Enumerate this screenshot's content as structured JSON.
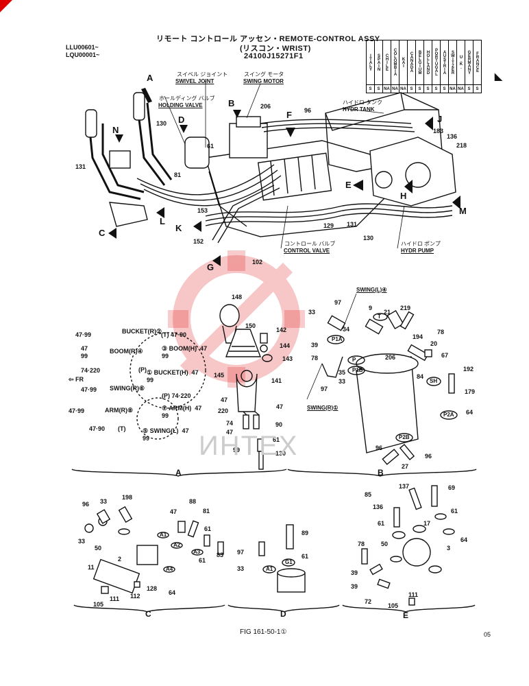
{
  "header": {
    "title_line1": "リモート コントロール アッセン・REMOTE-CONTROL ASSY",
    "title_line2": "(リスコン・WRIST)",
    "part_number": "24100J15271F1",
    "serial1": "LLU00601~",
    "serial2": "LQU00001~"
  },
  "countries": {
    "names": [
      "ITALY",
      "SPAIN",
      "CHILE",
      "COLOMBIA",
      "KAI",
      "CANADA",
      "BELGIUM",
      "HOLLAND",
      "PORTUGAL",
      "AUSTRIA",
      "SWITZER",
      "U.K.",
      "GERMANY",
      "FRANCE"
    ],
    "values": [
      "S",
      "S",
      "NA",
      "NA",
      "NA",
      "S",
      "S",
      "S",
      "S",
      "S",
      "NA",
      "NA",
      "S",
      "S"
    ]
  },
  "labels_jp": {
    "swivel": "スイベル ジョイント",
    "swing_motor": "スイング モータ",
    "holding": "ホールディング バルブ",
    "hydr_tank": "ハイドロ タンク",
    "control_valve": "コントロール バルブ",
    "hydr_pump": "ハイドロ ポンプ"
  },
  "labels": {
    "swivel": "SWIVEL JOINT",
    "swing_motor": "SWING MOTOR",
    "holding": "HOLDING VALVE",
    "hydr_tank": "HYDR TANK",
    "control_valve": "CONTROL VALVE",
    "hydr_pump": "HYDR PUMP"
  },
  "arrows": [
    "A",
    "B",
    "C",
    "D",
    "E",
    "F",
    "G",
    "H",
    "J",
    "K",
    "L",
    "M",
    "N"
  ],
  "upper_parts": [
    "130",
    "131",
    "61",
    "81",
    "153",
    "152",
    "206",
    "96",
    "183",
    "136",
    "218",
    "129",
    "131",
    "130",
    "102"
  ],
  "section_a": {
    "callouts": [
      {
        "l": "47·99",
        "t": "BUCKET(R)②",
        "r": "(T)  47·90"
      },
      {
        "l": "47\n99",
        "t": "BOOM(R)④",
        "r": "③ BOOM(H)  47\n99"
      },
      {
        "l": "74·220",
        "t": "(P)",
        "r": "① BUCKET(H)  47\n99"
      },
      {
        "l": "47·99",
        "t": "SWING(R)⑥",
        "r": "(P)  74·220"
      },
      {
        "l": "47·99",
        "t": "ARM(R)⑧",
        "r": "⑦ ARM(H)  47\n99"
      },
      {
        "l": "47·90",
        "t": "(T)",
        "r": "⑤ SWING(L)  47\n99"
      }
    ],
    "fr": "FR",
    "parts": [
      "148",
      "150",
      "142",
      "144",
      "143",
      "145",
      "141",
      "47",
      "220",
      "74",
      "47",
      "99",
      "61",
      "90",
      "130",
      "47"
    ],
    "label": "A"
  },
  "section_b": {
    "swing_l": "SWING(L)④",
    "swing_r": "SWING(R)①",
    "parts": [
      "97",
      "33",
      "34",
      "9",
      "21",
      "219",
      "39",
      "78",
      "35",
      "33",
      "97",
      "194",
      "78",
      "20",
      "67",
      "206",
      "84",
      "192",
      "179",
      "64",
      "96",
      "27",
      "96"
    ],
    "ports": [
      "P1A",
      "P",
      "P1B",
      "T",
      "SH",
      "P2A",
      "P2B"
    ],
    "label": "B"
  },
  "section_c": {
    "parts": [
      "96",
      "33",
      "198",
      "33",
      "50",
      "47",
      "88",
      "81",
      "61",
      "83",
      "61",
      "2",
      "11",
      "112",
      "128",
      "64",
      "105",
      "111"
    ],
    "ports": [
      "A1",
      "A2",
      "A3",
      "A4"
    ],
    "label": "C"
  },
  "section_d": {
    "parts": [
      "89",
      "97",
      "61",
      "33"
    ],
    "ports": [
      "A1",
      "G1"
    ],
    "label": "D"
  },
  "section_e": {
    "parts": [
      "137",
      "69",
      "85",
      "61",
      "136",
      "17",
      "61",
      "64",
      "78",
      "50",
      "3",
      "39",
      "39",
      "72",
      "105",
      "111"
    ],
    "label": "E"
  },
  "watermark": "ИНТЕХ",
  "footer": {
    "fig": "FIG 161-50-1①",
    "page": "05"
  }
}
